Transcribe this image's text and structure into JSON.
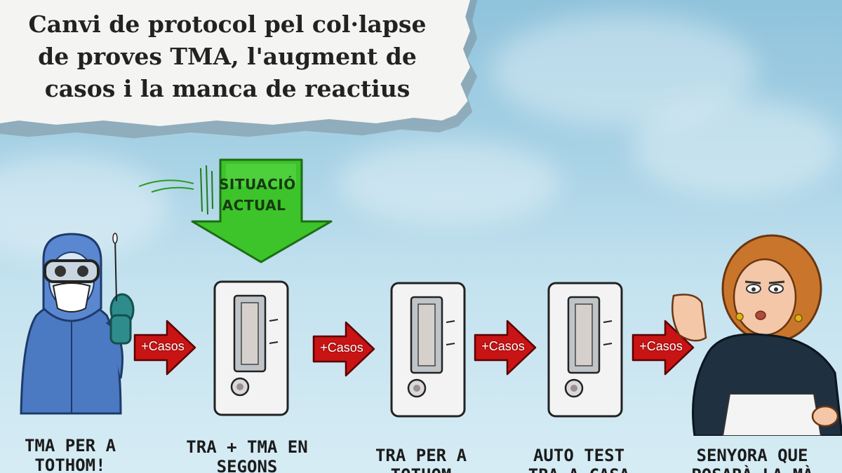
{
  "title": "Canvi de protocol pel col·lapse de proves TMA, l'augment de casos i la manca de reactius",
  "current_label": "SITUACIÓ ACTUAL",
  "arrow_label": "+Casos",
  "captions": [
    "TMA PER A TOTHOM!",
    "TRA + TMA EN SEGONS",
    "TRA PER A TOTHOM",
    "AUTO TEST TRA A CASA",
    "SENYORA QUE POSARÀ LA MÀ"
  ],
  "colors": {
    "sky": "#a9d3e6",
    "green_arrow": "#3cc42a",
    "red_arrow": "#c81414",
    "cassette": "#f3f3f3",
    "suit": "#4b79c2"
  }
}
